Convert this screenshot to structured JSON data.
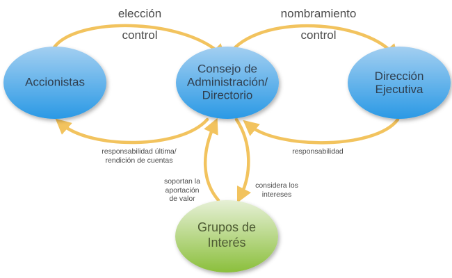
{
  "colors": {
    "arrow": "#f2c35e",
    "blue_top": "#9ccbf0",
    "blue_bottom": "#2f9ce6",
    "green_top": "#e3efcf",
    "green_bottom": "#8cc13f",
    "text": "#4a4a4a"
  },
  "nodes": {
    "accionistas": "Accionistas",
    "consejo": [
      "Consejo de",
      "Administración/",
      "Directorio"
    ],
    "direccion": [
      "Dirección",
      "Ejecutiva"
    ],
    "grupos": [
      "Grupos de",
      "Interés"
    ]
  },
  "edges": {
    "eleccion": "elección",
    "control_left": "control",
    "nombramiento": "nombramiento",
    "control_right": "control",
    "responsabilidad_ultima": [
      "responsabilidad última/",
      "rendición de cuentas"
    ],
    "responsabilidad": "responsabilidad",
    "soportan": [
      "soportan la",
      "aportación",
      "de valor"
    ],
    "considera": [
      "considera los",
      "intereses"
    ]
  }
}
